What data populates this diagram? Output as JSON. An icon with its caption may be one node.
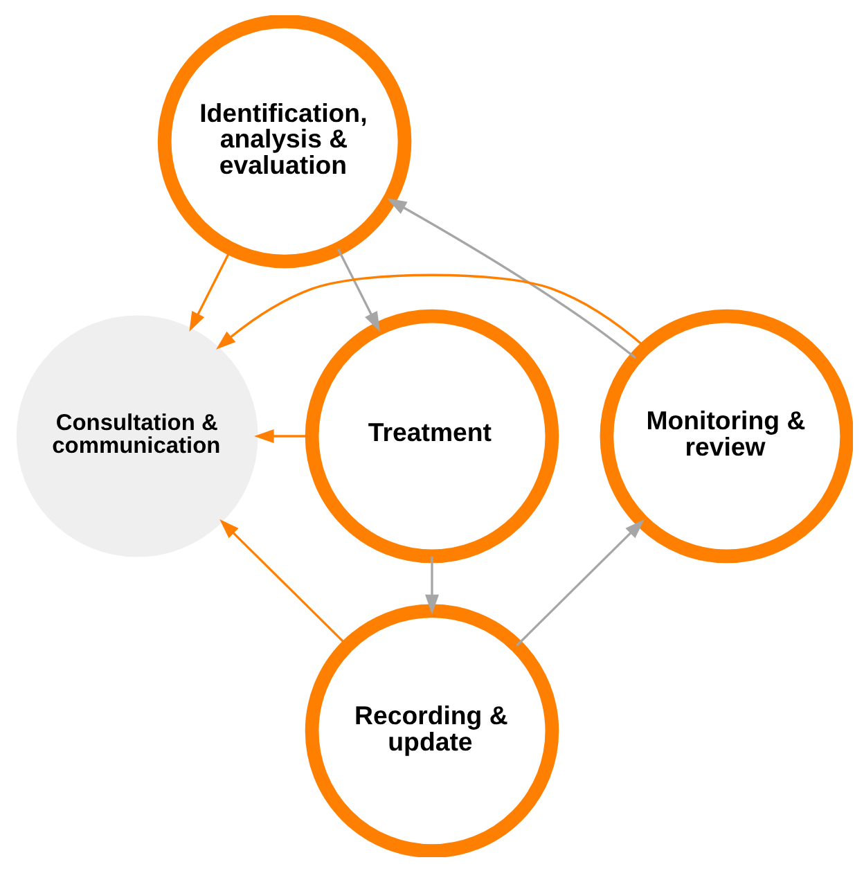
{
  "diagram": {
    "nodes": [
      {
        "text": [
          "Identification, analysis & evaluation"
        ]
      },
      {
        "text": [
          "Treatment"
        ]
      },
      {
        "text": [
          "Recording & update"
        ]
      },
      {
        "text": [
          "Monitoring & review"
        ]
      },
      {
        "text": [
          "Consultation & communication"
        ]
      }
    ],
    "edges": [
      {
        "from": 0,
        "to": 1,
        "arrow": "to",
        "color": "#a6a6a6"
      },
      {
        "from": 1,
        "to": 2,
        "arrow": "to",
        "color": "#a6a6a6"
      },
      {
        "from": 2,
        "to": 3,
        "arrow": "to",
        "color": "#a6a6a6"
      },
      {
        "from": 3,
        "to": 0,
        "arrow": "to",
        "color": "#a6a6a6"
      },
      {
        "from": 0,
        "to": 4,
        "arrow": "to",
        "color": "#ff7f00"
      },
      {
        "from": 1,
        "to": 4,
        "arrow": "to",
        "color": "#ff7f00"
      },
      {
        "from": 2,
        "to": 4,
        "arrow": "to",
        "color": "#ff7f00"
      },
      {
        "from": 3,
        "to": 4,
        "arrow": "to",
        "color": "#ff7f00"
      }
    ]
  }
}
